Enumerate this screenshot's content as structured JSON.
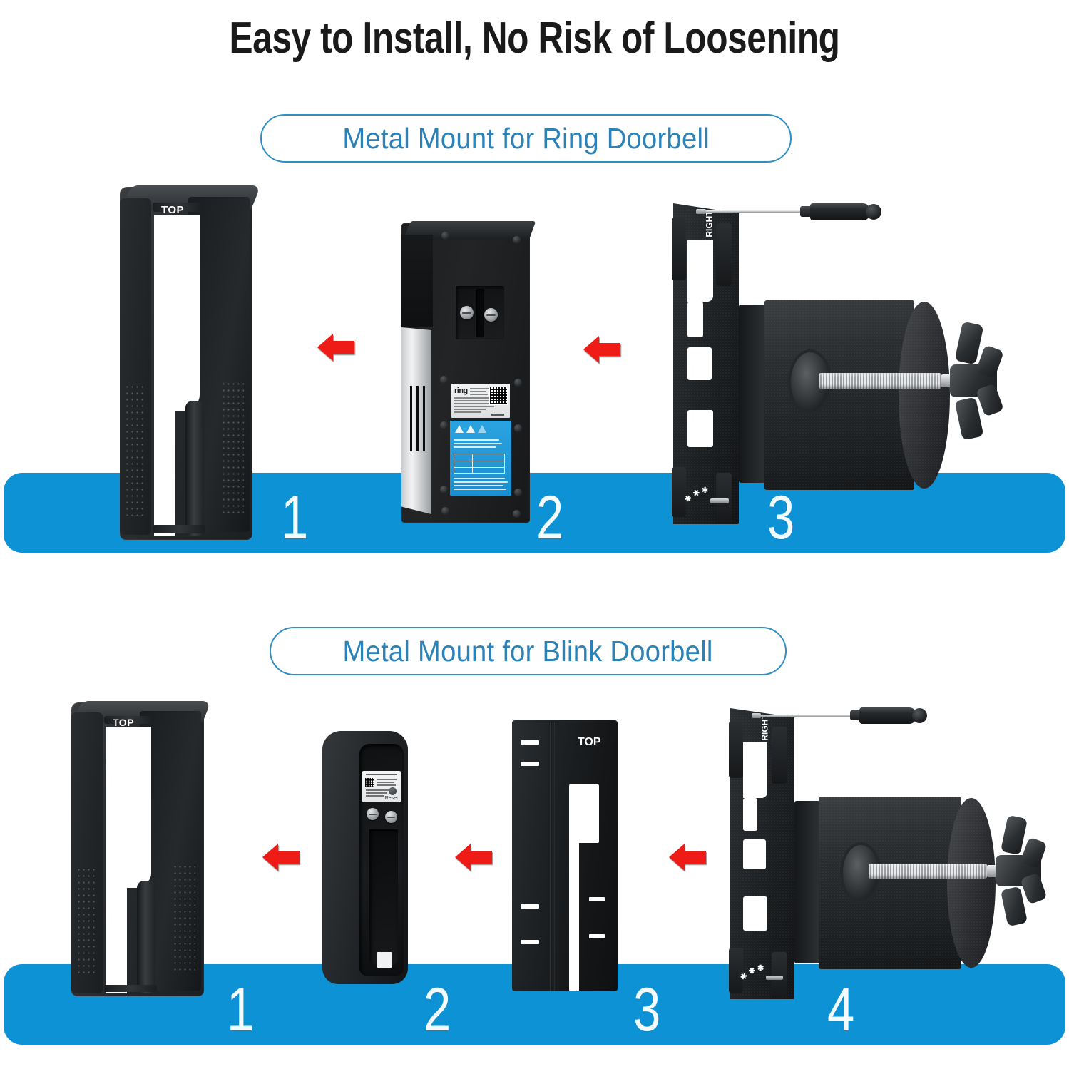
{
  "title": "Easy to Install, No Risk of Loosening",
  "sections": [
    {
      "id": "ring",
      "badge_label": "Metal Mount for Ring Doorbell",
      "steps": [
        {
          "number": "1",
          "name": "metal-mount-bracket"
        },
        {
          "number": "2",
          "name": "ring-doorbell-rear"
        },
        {
          "number": "3",
          "name": "clamp-assembly"
        }
      ],
      "arrow_count": 2,
      "bracket_label": "TOP",
      "plate_label": "RIGHT",
      "device_label": {
        "brand": "ring",
        "warning_rows": [
          {
            "key": "Voltage",
            "value": "9-24V"
          },
          {
            "key": "Power",
            "value": "40VA Max"
          },
          {
            "key": "Freq.",
            "value": "DC 50Hz/60Hz"
          }
        ],
        "warning_text": "WARNING: Risk of electric shock. Do not connect to AC mains power. Only official Ring DC supplies should be used to power this device.",
        "transformer_note": "If hardwiring, a compatible doorbell transformer is required with following output:"
      }
    },
    {
      "id": "blink",
      "badge_label": "Metal Mount for Blink Doorbell",
      "steps": [
        {
          "number": "1",
          "name": "metal-mount-bracket"
        },
        {
          "number": "2",
          "name": "blink-doorbell-rear"
        },
        {
          "number": "3",
          "name": "blink-backplate"
        },
        {
          "number": "4",
          "name": "clamp-assembly"
        }
      ],
      "arrow_count": 3,
      "bracket_label": "TOP",
      "backplate_label": "TOP",
      "plate_label": "RIGHT",
      "device_label": {
        "reset_label": "Reset"
      }
    }
  ],
  "colors": {
    "band_blue": "#0d93d5",
    "badge_blue": "#2a82b8",
    "badge_border": "#2f8fc4",
    "arrow_red": "#ee1b16",
    "title_black": "#1a1a1a",
    "step_number_white": "#f4fbff"
  }
}
